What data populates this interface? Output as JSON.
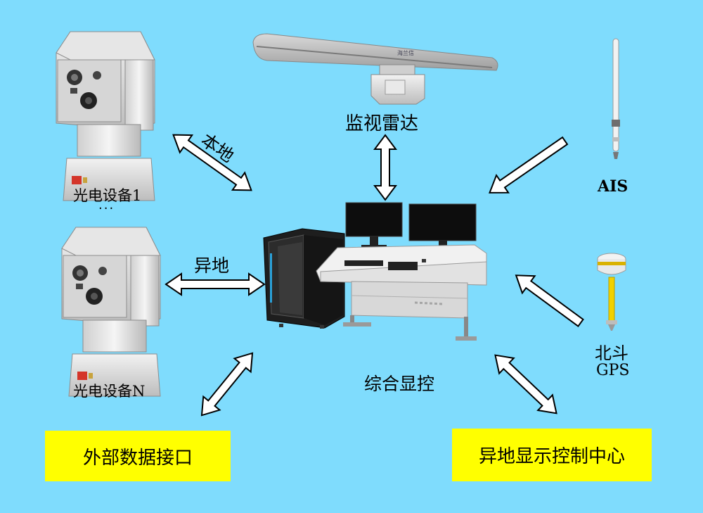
{
  "labels": {
    "radar": "监视雷达",
    "ais": "AIS",
    "eo1": "光电设备1",
    "ellipsis": "···",
    "eoN": "光电设备N",
    "local": "本地",
    "remote": "异地",
    "console": "综合显控",
    "beidou": "北斗",
    "gps": "GPS"
  },
  "boxes": {
    "external": "外部数据接口",
    "remote_center": "异地显示控制中心"
  },
  "logo_text": "海兰信"
}
